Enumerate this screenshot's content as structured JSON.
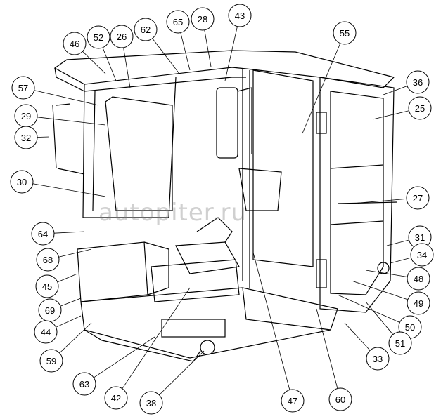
{
  "diagram": {
    "watermark": "autopiter.ru",
    "line_color": "#000000",
    "callouts": [
      "46",
      "52",
      "26",
      "62",
      "65",
      "28",
      "43",
      "55",
      "36",
      "25",
      "57",
      "29",
      "32",
      "30",
      "27",
      "64",
      "31",
      "34",
      "68",
      "48",
      "45",
      "49",
      "69",
      "50",
      "44",
      "51",
      "59",
      "33",
      "63",
      "42",
      "38",
      "47",
      "60"
    ]
  }
}
